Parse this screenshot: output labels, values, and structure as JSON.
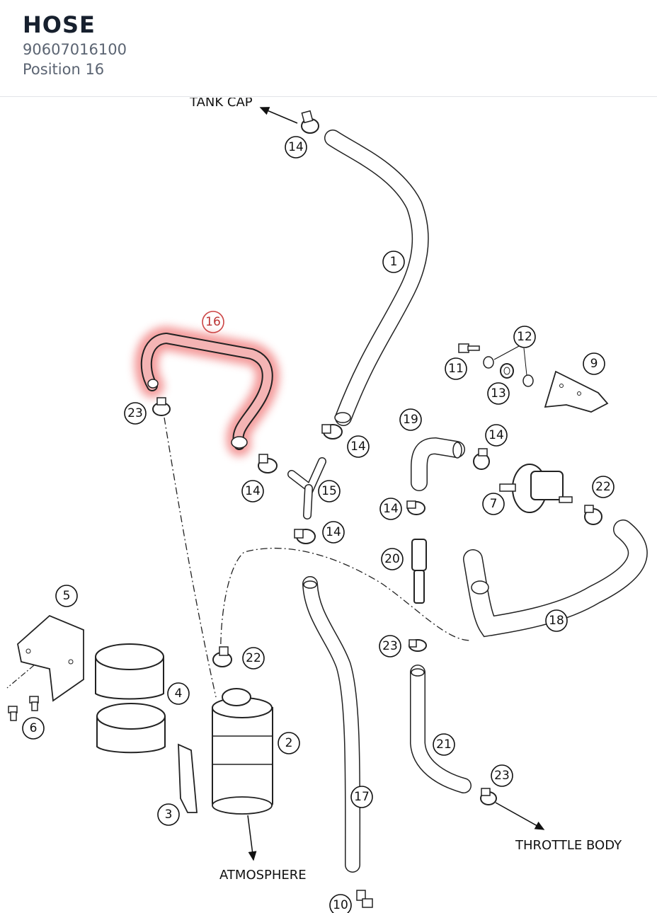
{
  "header": {
    "title": "HOSE",
    "part_number": "90607016100",
    "position": "Position 16"
  },
  "diagram": {
    "labels": {
      "tank_cap": "TANK CAP",
      "throttle_body": "THROTTLE BODY",
      "atmosphere": "ATMOSPHERE"
    },
    "callouts": [
      "14",
      "1",
      "16",
      "23",
      "14",
      "14",
      "15",
      "14",
      "11",
      "12",
      "13",
      "9",
      "19",
      "14",
      "7",
      "22",
      "14",
      "20",
      "5",
      "4",
      "6",
      "22",
      "2",
      "3",
      "17",
      "23",
      "18",
      "21",
      "23",
      "10"
    ],
    "highlight_color": "#f07a7a"
  }
}
